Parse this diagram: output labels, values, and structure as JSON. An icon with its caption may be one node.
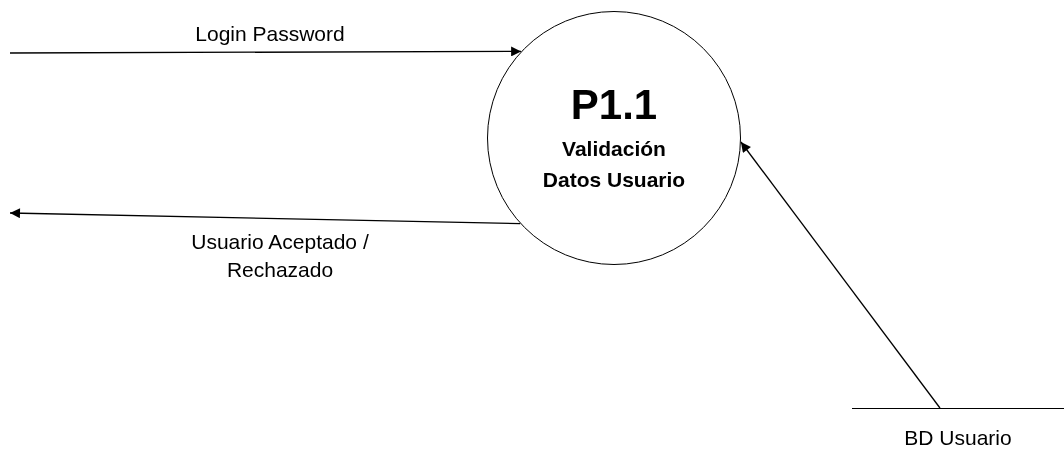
{
  "diagram": {
    "nodes": [
      {
        "text": [
          "P1.1",
          "Validación Datos Usuario"
        ]
      },
      {
        "text": [
          "BD Usuario"
        ]
      }
    ],
    "edges": [
      {
        "from": null,
        "to": 0,
        "arrow": "to",
        "label": "Login Password"
      },
      {
        "from": 0,
        "to": null,
        "arrow": "to",
        "label": "Usuario Aceptado / Rechazado"
      },
      {
        "from": 1,
        "to": 0,
        "arrow": "to"
      }
    ]
  }
}
